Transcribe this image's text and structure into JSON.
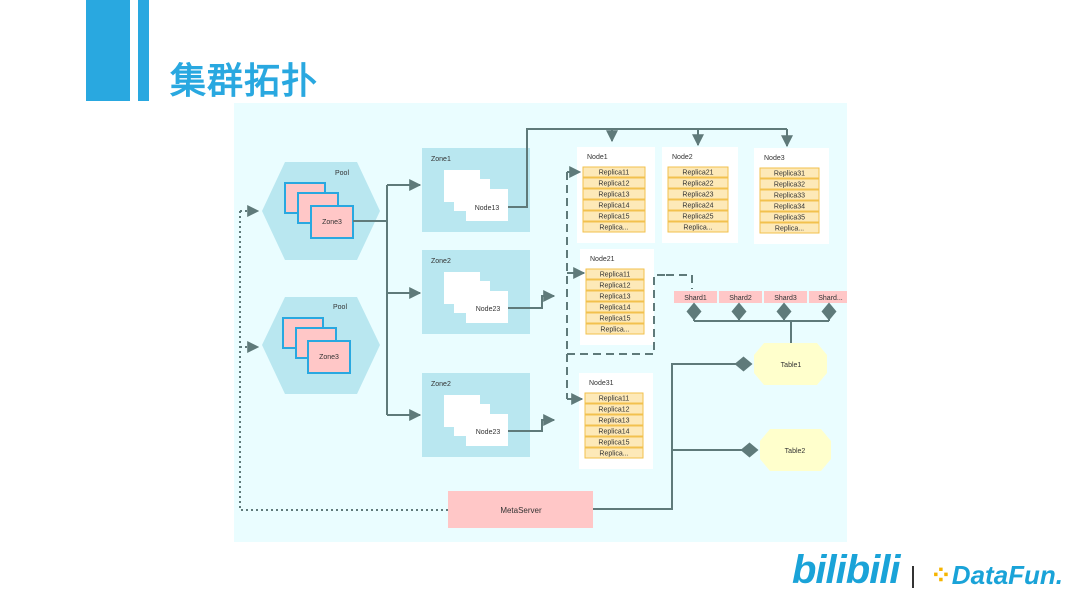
{
  "title": "集群拓扑",
  "colors": {
    "accent": "#29a8e0",
    "zone": "#b9e7f0",
    "pink": "#ffc7c7",
    "replica": "#fde9b8",
    "table": "#ffffcc",
    "line": "#5f7a7a",
    "bg": "#eafdff"
  },
  "pools": [
    {
      "label": "Pool",
      "zone_label": "Zone3"
    },
    {
      "label": "Pool",
      "zone_label": "Zone3"
    }
  ],
  "zones": [
    {
      "label": "Zone1",
      "node_label": "Node13"
    },
    {
      "label": "Zone2",
      "node_label": "Node23"
    },
    {
      "label": "Zone2",
      "node_label": "Node23"
    }
  ],
  "nodes": [
    {
      "label": "Node1",
      "replicas": [
        "Replica11",
        "Replica12",
        "Replica13",
        "Replica14",
        "Replica15",
        "Replica..."
      ]
    },
    {
      "label": "Node2",
      "replicas": [
        "Replica21",
        "Replica22",
        "Replica23",
        "Replica24",
        "Replica25",
        "Replica..."
      ]
    },
    {
      "label": "Node3",
      "replicas": [
        "Replica31",
        "Replica32",
        "Replica33",
        "Replica34",
        "Replica35",
        "Replica..."
      ]
    },
    {
      "label": "Node21",
      "replicas": [
        "Replica11",
        "Replica12",
        "Replica13",
        "Replica14",
        "Replica15",
        "Replica..."
      ]
    },
    {
      "label": "Node31",
      "replicas": [
        "Replica11",
        "Replica12",
        "Replica13",
        "Replica14",
        "Replica15",
        "Replica..."
      ]
    }
  ],
  "shards": [
    "Shard1",
    "Shard2",
    "Shard3",
    "Shard..."
  ],
  "tables": [
    "Table1",
    "Table2"
  ],
  "metaserver": "MetaServer",
  "footer": {
    "bilibili": "bilibili",
    "datafun": "DataFun."
  }
}
